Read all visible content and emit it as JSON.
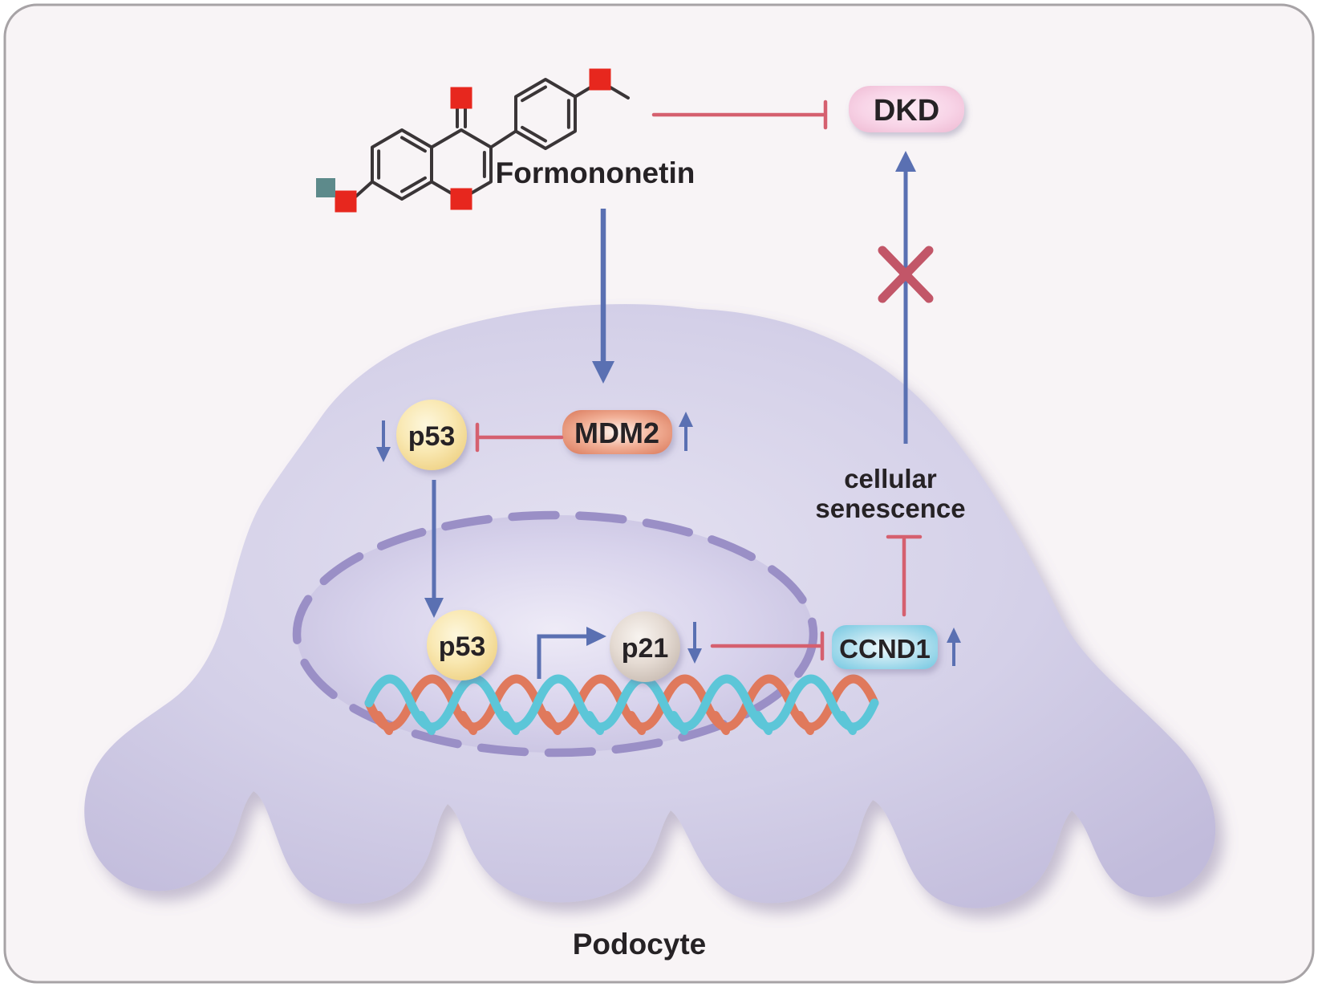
{
  "figure": {
    "bottom_label": "Podocyte",
    "background_color": "#f8f4f6",
    "border_color": "#a7a3a6",
    "cell_fill": "#cdc8e3",
    "nucleus_fill": "#d5d0e9",
    "nucleus_border_color": "#9a8fc6"
  },
  "compound": {
    "name": "Formononetin",
    "bond_color": "#3a3537",
    "oxygen_marker_color": "#e7271e",
    "hydroxyl_hydrogen_marker_color": "#5d8a8b"
  },
  "nodes": {
    "dkd": {
      "label": "DKD",
      "fill": "#f5cade"
    },
    "mdm2": {
      "label": "MDM2",
      "fill": "#e89074",
      "trend": "up"
    },
    "p53_cytoplasm": {
      "label": "p53",
      "fill": "#f7e3a6",
      "trend": "down"
    },
    "p53_nucleus": {
      "label": "p53",
      "fill": "#f7e3a6"
    },
    "p21": {
      "label": "p21",
      "fill": "#ddd2c9",
      "trend": "down"
    },
    "ccnd1": {
      "label": "CCND1",
      "fill": "#9bd7e9",
      "trend": "up"
    },
    "senescence": {
      "line1": "cellular",
      "line2": "senescence"
    }
  },
  "edges": [
    {
      "from": "Formononetin",
      "to": "DKD",
      "type": "inhibition",
      "color": "#d5606f"
    },
    {
      "from": "Formononetin",
      "to": "MDM2",
      "type": "activation",
      "color": "#5a70b2"
    },
    {
      "from": "MDM2",
      "to": "p53",
      "type": "inhibition",
      "color": "#d5606f"
    },
    {
      "from": "p53 (cytoplasm)",
      "to": "p53 (nucleus)",
      "type": "translocation",
      "color": "#5a70b2"
    },
    {
      "from": "p53",
      "to": "p21",
      "type": "transcription-activation",
      "color": "#5a70b2"
    },
    {
      "from": "p21",
      "to": "CCND1",
      "type": "inhibition",
      "color": "#d5606f"
    },
    {
      "from": "CCND1",
      "to": "cellular senescence",
      "type": "inhibition",
      "color": "#d5606f"
    },
    {
      "from": "cellular senescence",
      "to": "DKD",
      "type": "activation-blocked",
      "color": "#5a70b2",
      "blocked_cross_color": "#c25668"
    }
  ],
  "colors": {
    "activation_blue": "#5a70b2",
    "inhibition_red": "#d5606f",
    "blocked_cross_red": "#c25668",
    "dna_strand_cyan": "#5cc6d8",
    "dna_strand_orange": "#e0795c",
    "text_dark": "#262225"
  }
}
